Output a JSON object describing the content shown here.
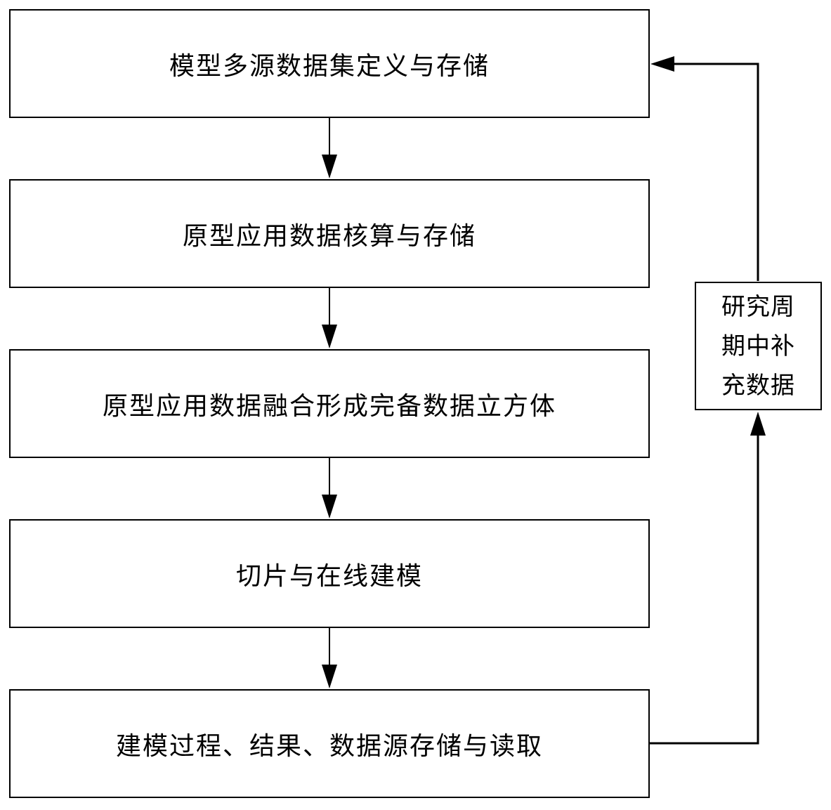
{
  "diagram": {
    "steps": [
      {
        "label": "模型多源数据集定义与存储"
      },
      {
        "label": "原型应用数据核算与存储"
      },
      {
        "label": "原型应用数据融合形成完备数据立方体"
      },
      {
        "label": "切片与在线建模"
      },
      {
        "label": "建模过程、结果、数据源存储与读取"
      }
    ],
    "feedback": {
      "label": "研究周期中补充数据"
    }
  }
}
